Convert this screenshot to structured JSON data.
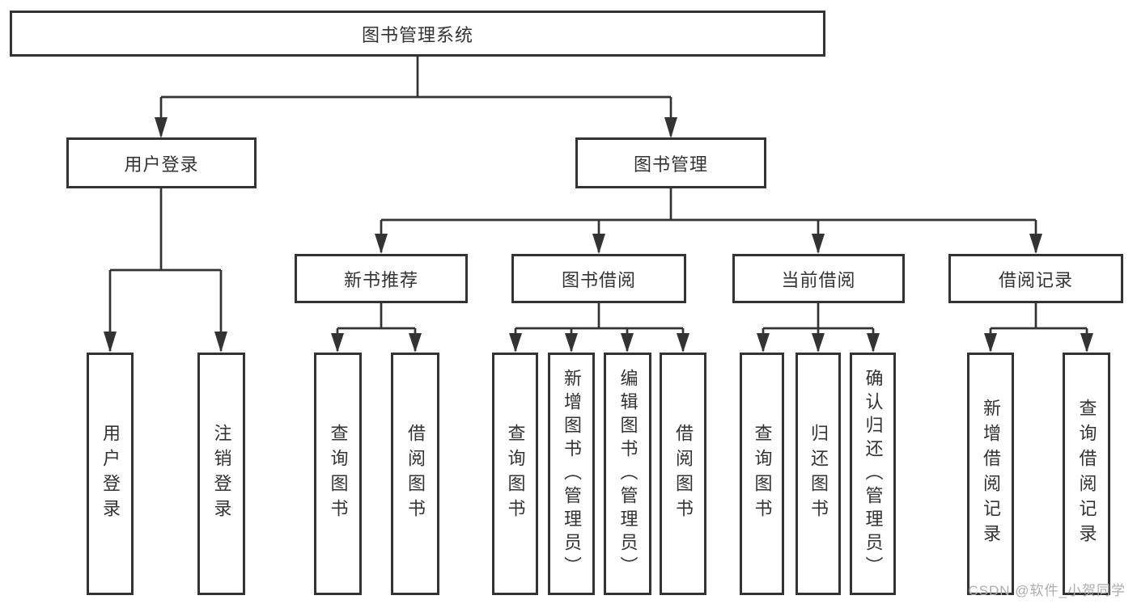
{
  "diagram_type": "hierarchy-tree",
  "tree": {
    "root": {
      "label": "图书管理系统"
    },
    "children": [
      {
        "label": "用户登录",
        "children": [
          {
            "label": "用户登录"
          },
          {
            "label": "注销登录"
          }
        ]
      },
      {
        "label": "图书管理",
        "children": [
          {
            "label": "新书推荐",
            "children": [
              {
                "label": "查询图书"
              },
              {
                "label": "借阅图书"
              }
            ]
          },
          {
            "label": "图书借阅",
            "children": [
              {
                "label": "查询图书"
              },
              {
                "label": "新增图书（管理员）"
              },
              {
                "label": "编辑图书（管理员）"
              },
              {
                "label": "借阅图书"
              }
            ]
          },
          {
            "label": "当前借阅",
            "children": [
              {
                "label": "查询图书"
              },
              {
                "label": "归还图书"
              },
              {
                "label": "确认归还（管理员）"
              }
            ]
          },
          {
            "label": "借阅记录",
            "children": [
              {
                "label": "新增借阅记录"
              },
              {
                "label": "查询借阅记录"
              }
            ]
          }
        ]
      }
    ]
  },
  "watermark": "CSDN @软件_小贺同学",
  "colors": {
    "line": "#333333",
    "text": "#333333",
    "box_background": "#ffffff",
    "watermark": "#adadad",
    "background": "#ffffff"
  }
}
